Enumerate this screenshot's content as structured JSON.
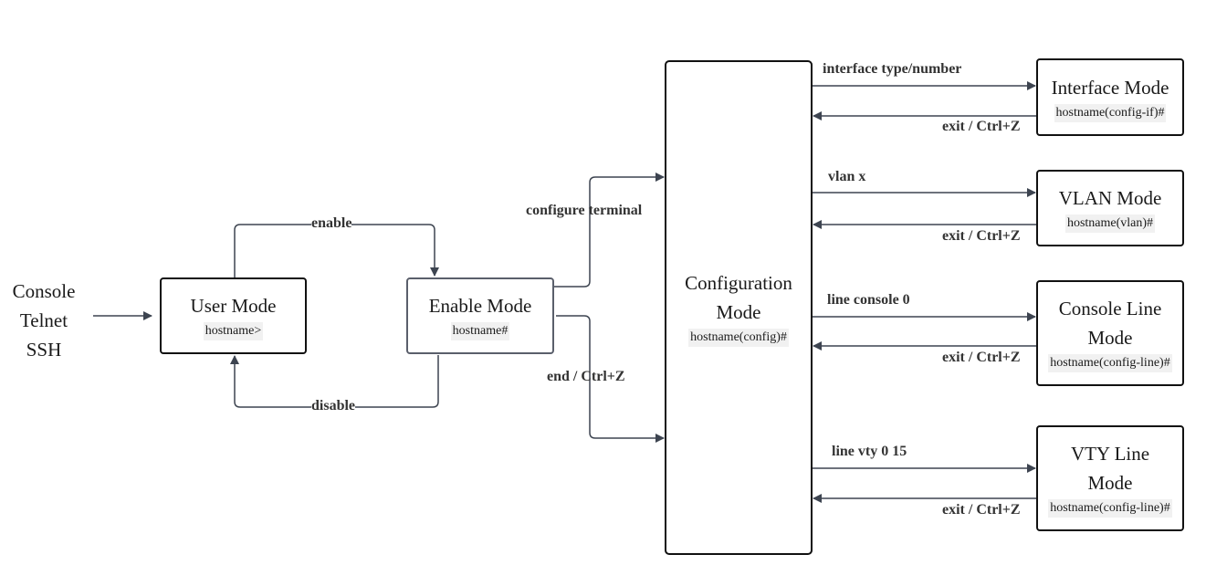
{
  "sources": [
    "Console",
    "Telnet",
    "SSH"
  ],
  "nodes": {
    "user": {
      "title": "User Mode",
      "prompt": "hostname>"
    },
    "enable": {
      "title": "Enable Mode",
      "prompt": "hostname#"
    },
    "config": {
      "title_line1": "Configuration",
      "title_line2": "Mode",
      "prompt": "hostname(config)#"
    },
    "interface": {
      "title": "Interface Mode",
      "prompt": "hostname(config-if)#"
    },
    "vlan": {
      "title": "VLAN Mode",
      "prompt": "hostname(vlan)#"
    },
    "console_line": {
      "title_line1": "Console Line",
      "title_line2": "Mode",
      "prompt": "hostname(config-line)#"
    },
    "vty_line": {
      "title_line1": "VTY Line",
      "title_line2": "Mode",
      "prompt": "hostname(config-line)#"
    }
  },
  "edges": {
    "enable": "enable",
    "disable": "disable",
    "configure_terminal": "configure terminal",
    "end": "end / Ctrl+Z",
    "interface": "interface type/number",
    "vlan": "vlan x",
    "line_console": "line console 0",
    "line_vty": "line vty 0 15",
    "exit_interface": "exit / Ctrl+Z",
    "exit_vlan": "exit / Ctrl+Z",
    "exit_console": "exit / Ctrl+Z",
    "exit_vty": "exit / Ctrl+Z"
  },
  "colors": {
    "line": "#3d4450",
    "box_border": "#111111",
    "enable_border": "#5a5f6b",
    "prompt_bg": "#f1f1f1"
  }
}
